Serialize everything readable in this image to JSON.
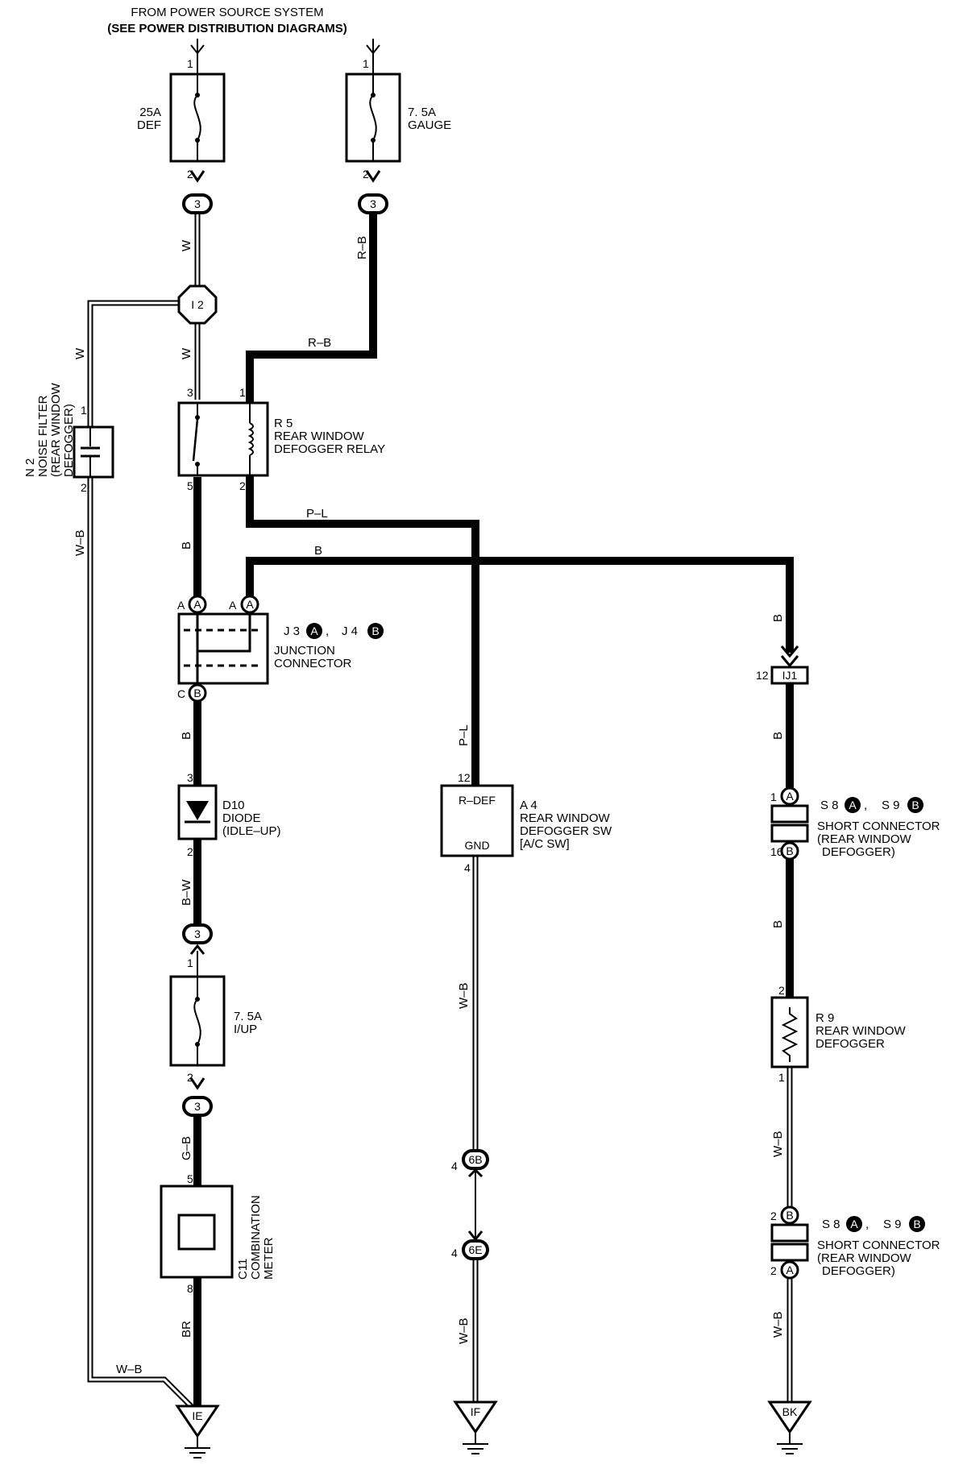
{
  "header": {
    "line1": "FROM POWER SOURCE SYSTEM",
    "line2": "(SEE POWER DISTRIBUTION DIAGRAMS)"
  },
  "fuses": {
    "def": {
      "amp": "25A",
      "name": "DEF"
    },
    "gauge": {
      "amp": "7. 5A",
      "name": "GAUGE"
    },
    "iup": {
      "amp": "7. 5A",
      "name": "I/UP"
    }
  },
  "connectors": {
    "c3": "3",
    "i2": "I 2",
    "a": "A",
    "b": "B",
    "ij1": "IJ1",
    "c6b": "6B",
    "c6e": "6E"
  },
  "pins": {
    "p1": "1",
    "p2": "2",
    "p3": "3",
    "p4": "4",
    "p5": "5",
    "p8": "8",
    "p12": "12",
    "p16": "16",
    "pA": "A",
    "pC": "C"
  },
  "wires": {
    "w": "W",
    "rb": "R–B",
    "pl": "P–L",
    "b": "B",
    "bw": "B–W",
    "gb": "G–B",
    "br": "BR",
    "wb": "W–B"
  },
  "components": {
    "relay": {
      "id": "R 5",
      "l1": "REAR WINDOW",
      "l2": "DEFOGGER RELAY"
    },
    "noise": {
      "id": "N 2",
      "l1": "NOISE FILTER",
      "l2": "(REAR WINDOW",
      "l3": "DEFOGGER)"
    },
    "junction": {
      "id1": "J 3",
      "id2": "J 4",
      "sep": ",",
      "l1": "JUNCTION",
      "l2": "CONNECTOR"
    },
    "diode": {
      "id": "D10",
      "l1": "DIODE",
      "l2": "(IDLE–UP)"
    },
    "sw": {
      "id": "A 4",
      "l1": "REAR WINDOW",
      "l2": "DEFOGGER SW",
      "l3": "[A/C SW]",
      "t1": "R–DEF",
      "t2": "GND"
    },
    "short1": {
      "id1": "S 8",
      "id2": "S 9",
      "sep": ",",
      "l1": "SHORT CONNECTOR",
      "l2": "(REAR WINDOW",
      "l3": "DEFOGGER)"
    },
    "short2": {
      "id1": "S 8",
      "id2": "S 9",
      "sep": ",",
      "l1": "SHORT CONNECTOR",
      "l2": "(REAR WINDOW",
      "l3": "DEFOGGER)"
    },
    "defogger": {
      "id": "R 9",
      "l1": "REAR WINDOW",
      "l2": "DEFOGGER"
    },
    "meter": {
      "id": "C11",
      "l1": "COMBINATION",
      "l2": "METER"
    }
  },
  "grounds": {
    "ie": "IE",
    "if": "IF",
    "bk": "BK"
  }
}
